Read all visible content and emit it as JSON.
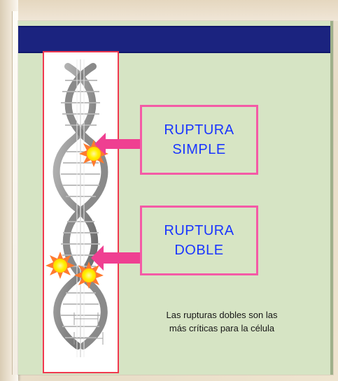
{
  "slide": {
    "title": "",
    "labels": {
      "simple": {
        "line1": "RUPTURA",
        "line2": "SIMPLE"
      },
      "double": {
        "line1": "RUPTURA",
        "line2": "DOBLE"
      }
    },
    "note_lines": [
      "Las rupturas dobles son las",
      "más críticas para la célula"
    ]
  },
  "colors": {
    "title_bar": "#1b237f",
    "slide_background": "#d6e4c4",
    "panel_border": "#f0394f",
    "label_text": "#1a36ff",
    "label_border": "#f45aa6",
    "arrow": "#ef3f91",
    "burst_outer": "#ff7a2f",
    "burst_inner": "#fff200"
  },
  "icons": {
    "dna": "dna-helix-icon",
    "break": "break-burst-icon",
    "arrow": "pink-arrow-icon",
    "measure": "measurement-icon"
  }
}
